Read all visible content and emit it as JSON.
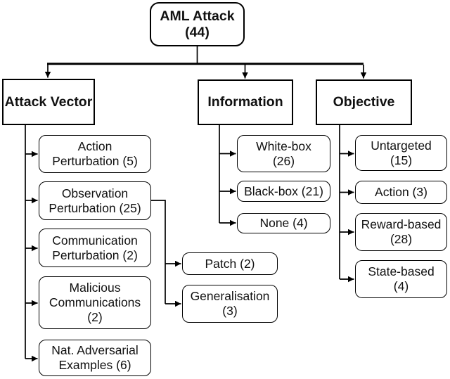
{
  "figure": {
    "title": "AML Attack taxonomy tree",
    "type": "taxonomy-flowchart"
  },
  "colors": {
    "border": "#000000",
    "text": "#111111",
    "background": "#ffffff",
    "connector": "#000000"
  },
  "nodes": {
    "root": {
      "lines": [
        "AML Attack",
        "(44)"
      ],
      "count": 44
    },
    "attack_vector": {
      "lines": [
        "Attack Vector"
      ]
    },
    "information": {
      "lines": [
        "Information"
      ]
    },
    "objective": {
      "lines": [
        "Objective"
      ]
    },
    "action_perturbation": {
      "lines": [
        "Action",
        "Perturbation (5)"
      ],
      "count": 5
    },
    "observation_perturbation": {
      "lines": [
        "Observation",
        "Perturbation (25)"
      ],
      "count": 25
    },
    "communication_perturbation": {
      "lines": [
        "Communication",
        "Perturbation (2)"
      ],
      "count": 2
    },
    "malicious_communications": {
      "lines": [
        "Malicious",
        "Communications",
        "(2)"
      ],
      "count": 2
    },
    "nat_adversarial_examples": {
      "lines": [
        "Nat. Adversarial",
        "Examples (6)"
      ],
      "count": 6
    },
    "patch": {
      "lines": [
        "Patch (2)"
      ],
      "count": 2
    },
    "generalisation": {
      "lines": [
        "Generalisation",
        "(3)"
      ],
      "count": 3
    },
    "white_box": {
      "lines": [
        "White-box",
        "(26)"
      ],
      "count": 26
    },
    "black_box": {
      "lines": [
        "Black-box (21)"
      ],
      "count": 21
    },
    "none_information": {
      "lines": [
        "None (4)"
      ],
      "count": 4
    },
    "untargeted": {
      "lines": [
        "Untargeted",
        "(15)"
      ],
      "count": 15
    },
    "action_objective": {
      "lines": [
        "Action (3)"
      ],
      "count": 3
    },
    "reward_based": {
      "lines": [
        "Reward-based",
        "(28)"
      ],
      "count": 28
    },
    "state_based": {
      "lines": [
        "State-based",
        "(4)"
      ],
      "count": 4
    }
  }
}
